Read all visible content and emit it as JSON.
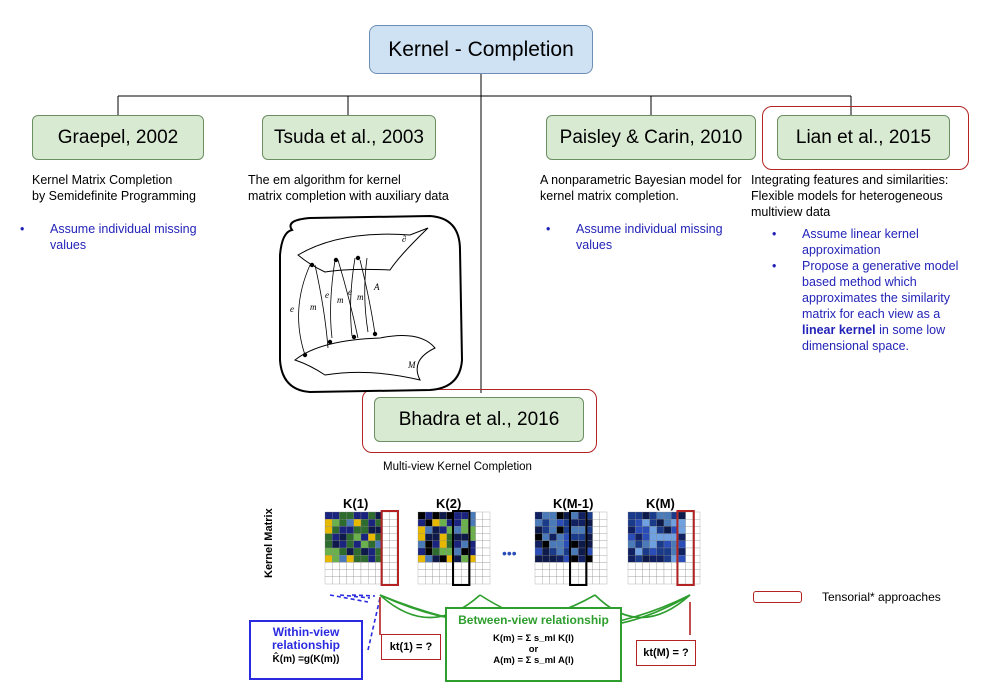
{
  "root": {
    "label": "Kernel - Completion"
  },
  "nodes": [
    {
      "label": "Graepel, 2002",
      "desc": "Kernel Matrix Completion\nby Semidefinite Programming"
    },
    {
      "label": "Tsuda et al., 2003",
      "desc": "The em algorithm for kernel\nmatrix completion with auxiliary data"
    },
    {
      "label": "Paisley & Carin, 2010",
      "desc": "A nonparametric Bayesian model for\nkernel matrix completion."
    },
    {
      "label": "Lian et al., 2015",
      "desc": "Integrating features and similarities:\nFlexible models for heterogeneous\nmultiview data"
    },
    {
      "label": "Bhadra et al., 2016",
      "desc": "Multi-view Kernel Completion"
    }
  ],
  "bullets": {
    "graepel": [
      "Assume individual missing\nvalues"
    ],
    "paisley": [
      "Assume individual missing\nvalues"
    ],
    "lian_1": "Assume linear kernel\napproximation",
    "lian_2_pre": "Propose a generative model\nbased method which\napproximates the similarity\nmatrix for each view as a\n",
    "lian_2_bold": "linear kernel",
    "lian_2_post": " in some low\ndimensional space."
  },
  "em_figure": {
    "labels": [
      "e",
      "m",
      "e",
      "m",
      "e",
      "m",
      "∂",
      "M",
      "A"
    ]
  },
  "bottom": {
    "ylabel": "Kernel Matrix",
    "matrix_labels": [
      "K(1)",
      "K(2)",
      "K(M-1)",
      "K(M)"
    ],
    "ellipsis": "•••",
    "within_title": "Within-view\nrelationship",
    "within_formula": "K̂(m) =g(K(m))",
    "between_title": "Between-view relationship",
    "between_formula_1": "K(m) = Σ s_ml K(l)",
    "between_or": "or",
    "between_formula_2": "A(m) = Σ s_ml A(l)",
    "kt1": "kt(1) = ?",
    "ktM": "kt(M) = ?",
    "legend": "Tensorial* approaches"
  },
  "colors": {
    "root_fill": "#cfe2f3",
    "node_fill": "#d9ead3",
    "highlight": "#b32323",
    "bullet_text": "#2323b8",
    "between": "#2e9e2e",
    "within": "#2a2ae0"
  }
}
